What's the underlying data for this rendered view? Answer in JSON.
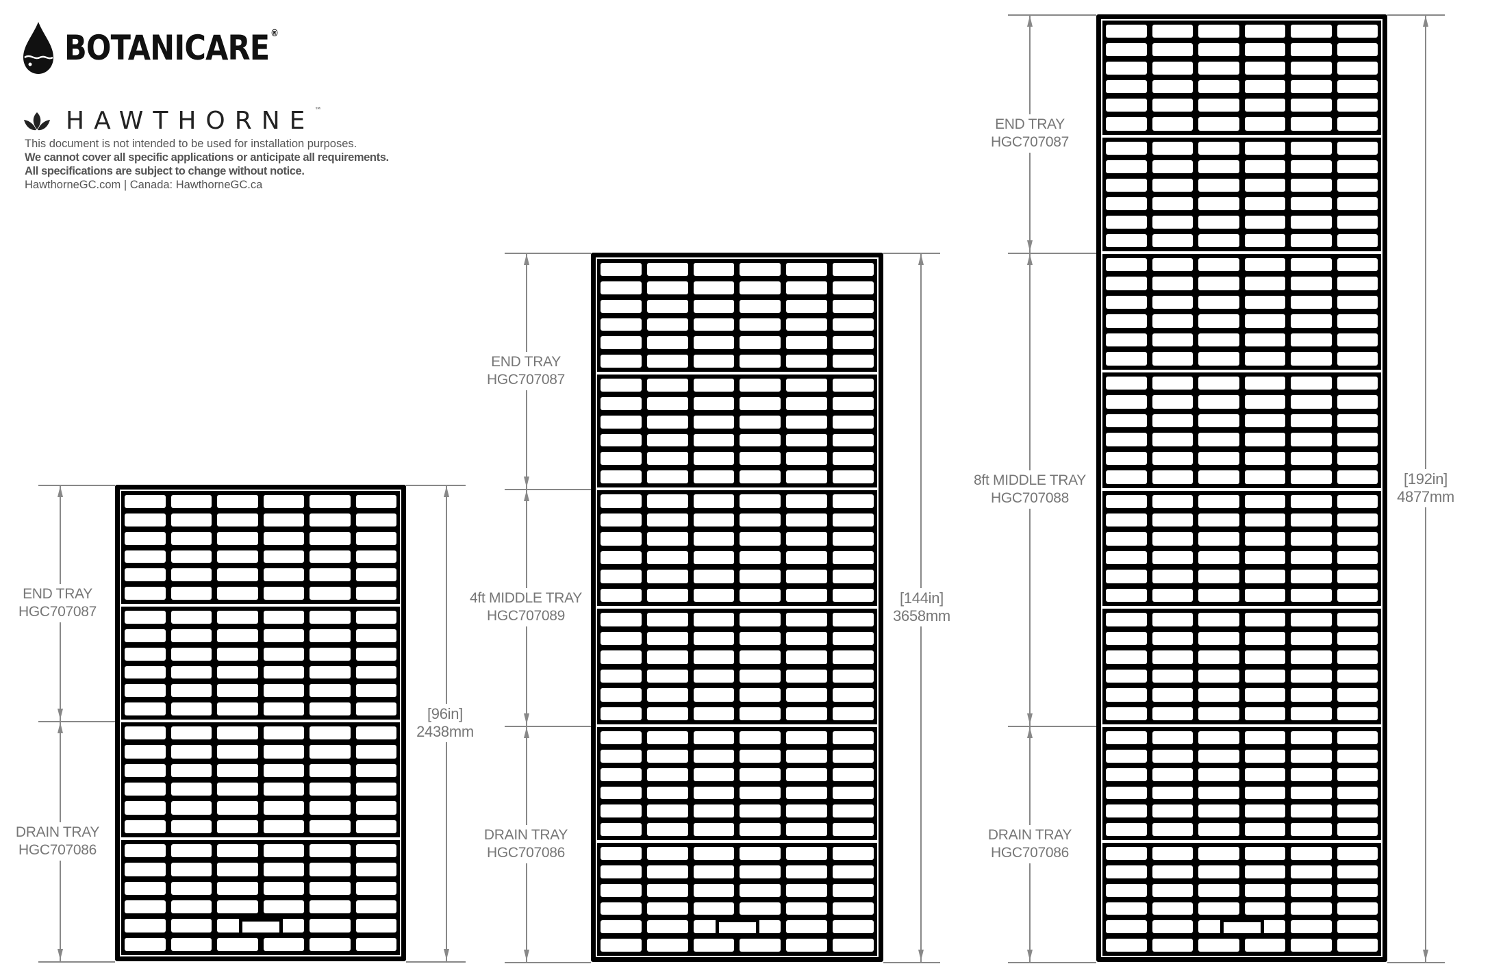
{
  "header": {
    "brand": "BOTANICARE",
    "brand_mark": "®",
    "brand_icon": "water-drop-icon",
    "company": "HAWTHORNE",
    "company_mark": "™",
    "company_icon": "leaf-icon",
    "disclaimer": {
      "line1": "This document is not intended to be used for installation purposes.",
      "line2": "We cannot cover all specific applications or anticipate all requirements.",
      "line3": "All specifications are subject to change without notice.",
      "line4": "HawthorneGC.com  |  Canada: HawthorneGC.ca"
    }
  },
  "colors": {
    "tray": "#000000",
    "dimension": "#888888",
    "label": "#777777"
  },
  "trays": [
    {
      "id": "8ft",
      "total_in": "[96in]",
      "total_mm": "2438mm",
      "sections": [
        {
          "name": "END TRAY",
          "part": "HGC707087"
        },
        {
          "name": "DRAIN TRAY",
          "part": "HGC707086"
        }
      ]
    },
    {
      "id": "12ft",
      "total_in": "[144in]",
      "total_mm": "3658mm",
      "sections": [
        {
          "name": "END TRAY",
          "part": "HGC707087"
        },
        {
          "name": "4ft MIDDLE TRAY",
          "part": "HGC707089"
        },
        {
          "name": "DRAIN TRAY",
          "part": "HGC707086"
        }
      ]
    },
    {
      "id": "16ft",
      "total_in": "[192in]",
      "total_mm": "4877mm",
      "sections": [
        {
          "name": "END TRAY",
          "part": "HGC707087"
        },
        {
          "name": "8ft MIDDLE TRAY",
          "part": "HGC707088"
        },
        {
          "name": "DRAIN TRAY",
          "part": "HGC707086"
        }
      ]
    }
  ]
}
